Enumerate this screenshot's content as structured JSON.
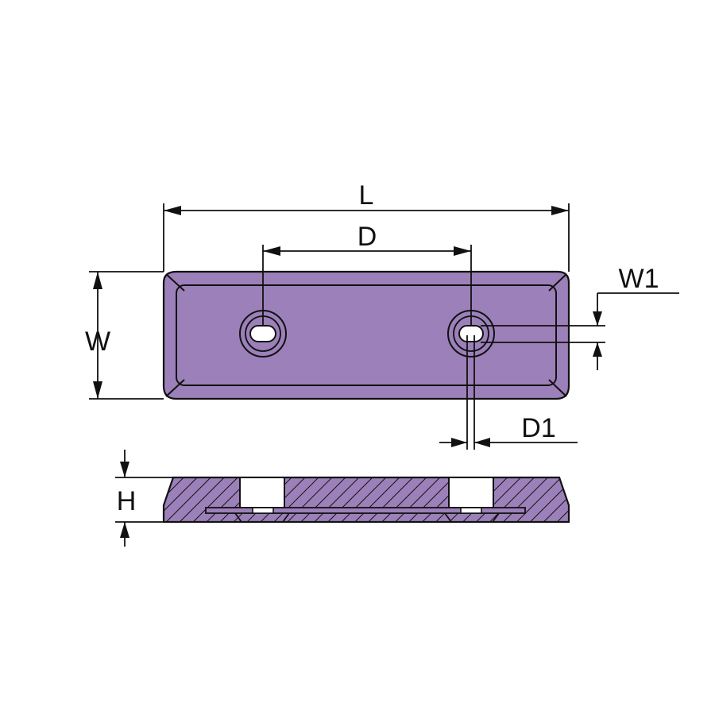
{
  "colors": {
    "body": "#9c80b9",
    "outline": "#111111",
    "background": "#ffffff"
  },
  "labels": {
    "length": "L",
    "hole_spacing": "D",
    "width": "W",
    "slot_width": "W1",
    "slot_diameter": "D1",
    "height": "H"
  }
}
